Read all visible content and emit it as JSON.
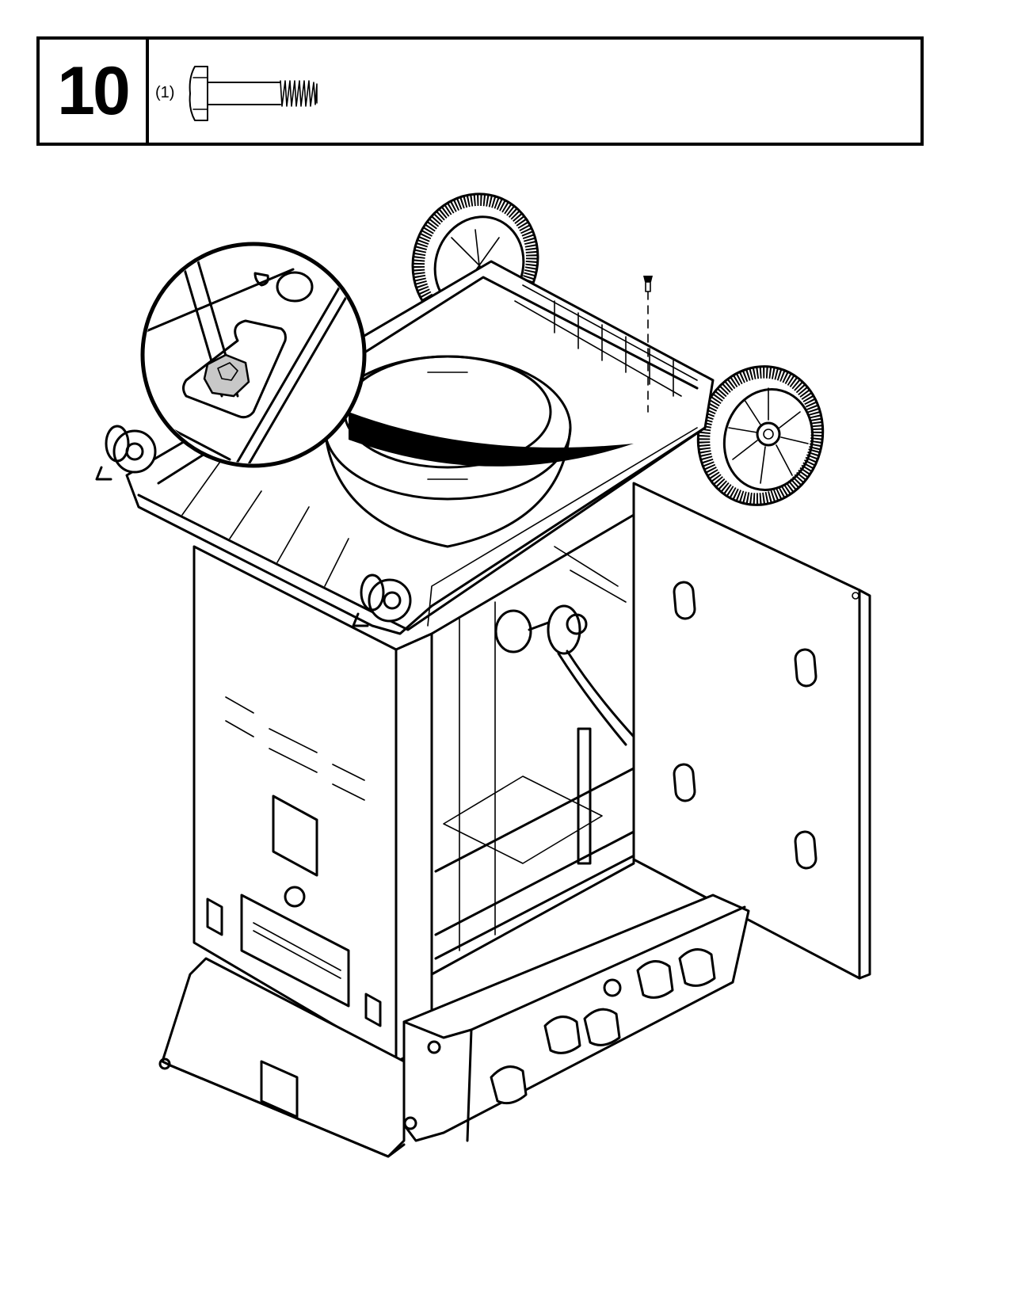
{
  "step": {
    "number": "10"
  },
  "hardware": {
    "items": [
      {
        "quantity_label": "(1)",
        "icon": "bolt-icon",
        "description": "bolt"
      }
    ]
  },
  "illustration": {
    "subject": "grill-cart-assembly-upside-down",
    "detail_callout": "magnified-bolt-detail",
    "accent_color": "#000000",
    "highlight_color": "#c8c8c8"
  }
}
